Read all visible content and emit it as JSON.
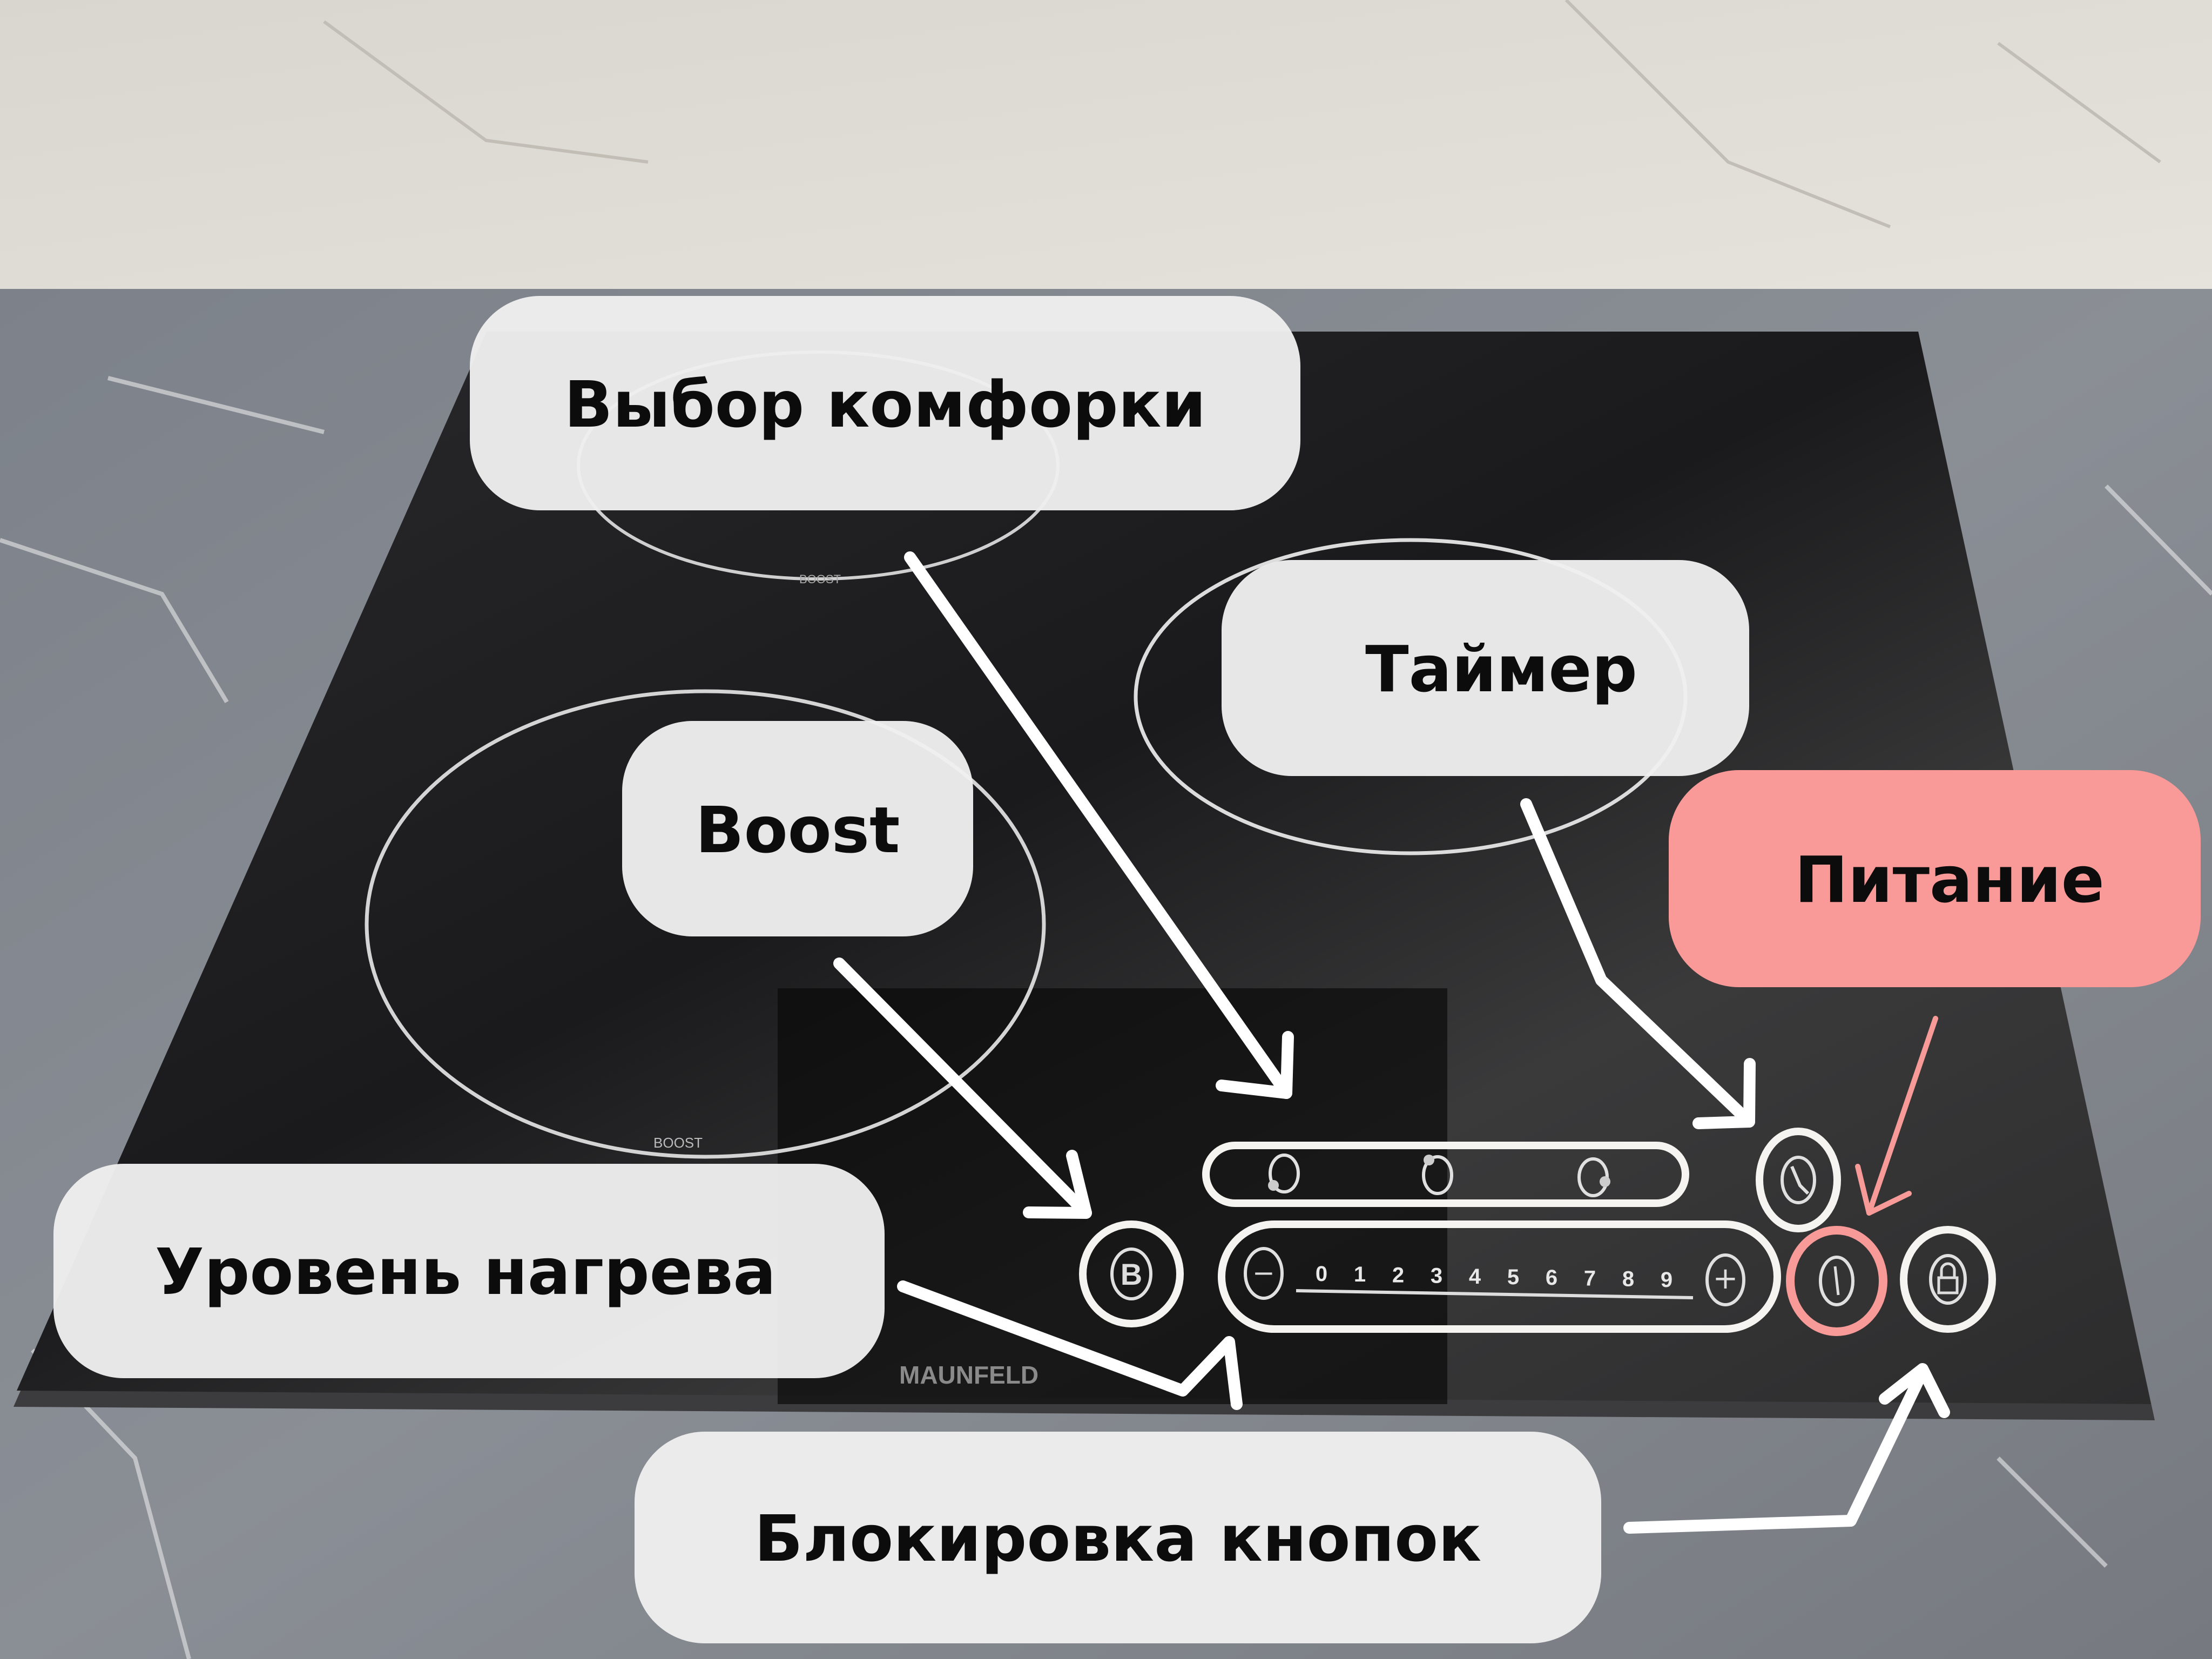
{
  "labels": {
    "burner_select": "Выбор комфорки",
    "timer": "Таймер",
    "boost": "Boost",
    "power": "Питание",
    "heat_level": "Уровень нагрева",
    "key_lock": "Блокировка кнопок"
  },
  "cooktop": {
    "burner_marking": "BOOST",
    "brand_marking": "MAUNFELD",
    "boost_key": "B",
    "level_digits": [
      "0",
      "1",
      "2",
      "3",
      "4",
      "5",
      "6",
      "7",
      "8",
      "9"
    ],
    "minus_symbol": "−",
    "plus_symbol": "+"
  },
  "colors": {
    "label_bg": "#efefef",
    "power_label_bg": "#f99a98",
    "power_ring": "#f79a98",
    "arrow": "#ffffff",
    "glass": "#1d1d1f"
  }
}
